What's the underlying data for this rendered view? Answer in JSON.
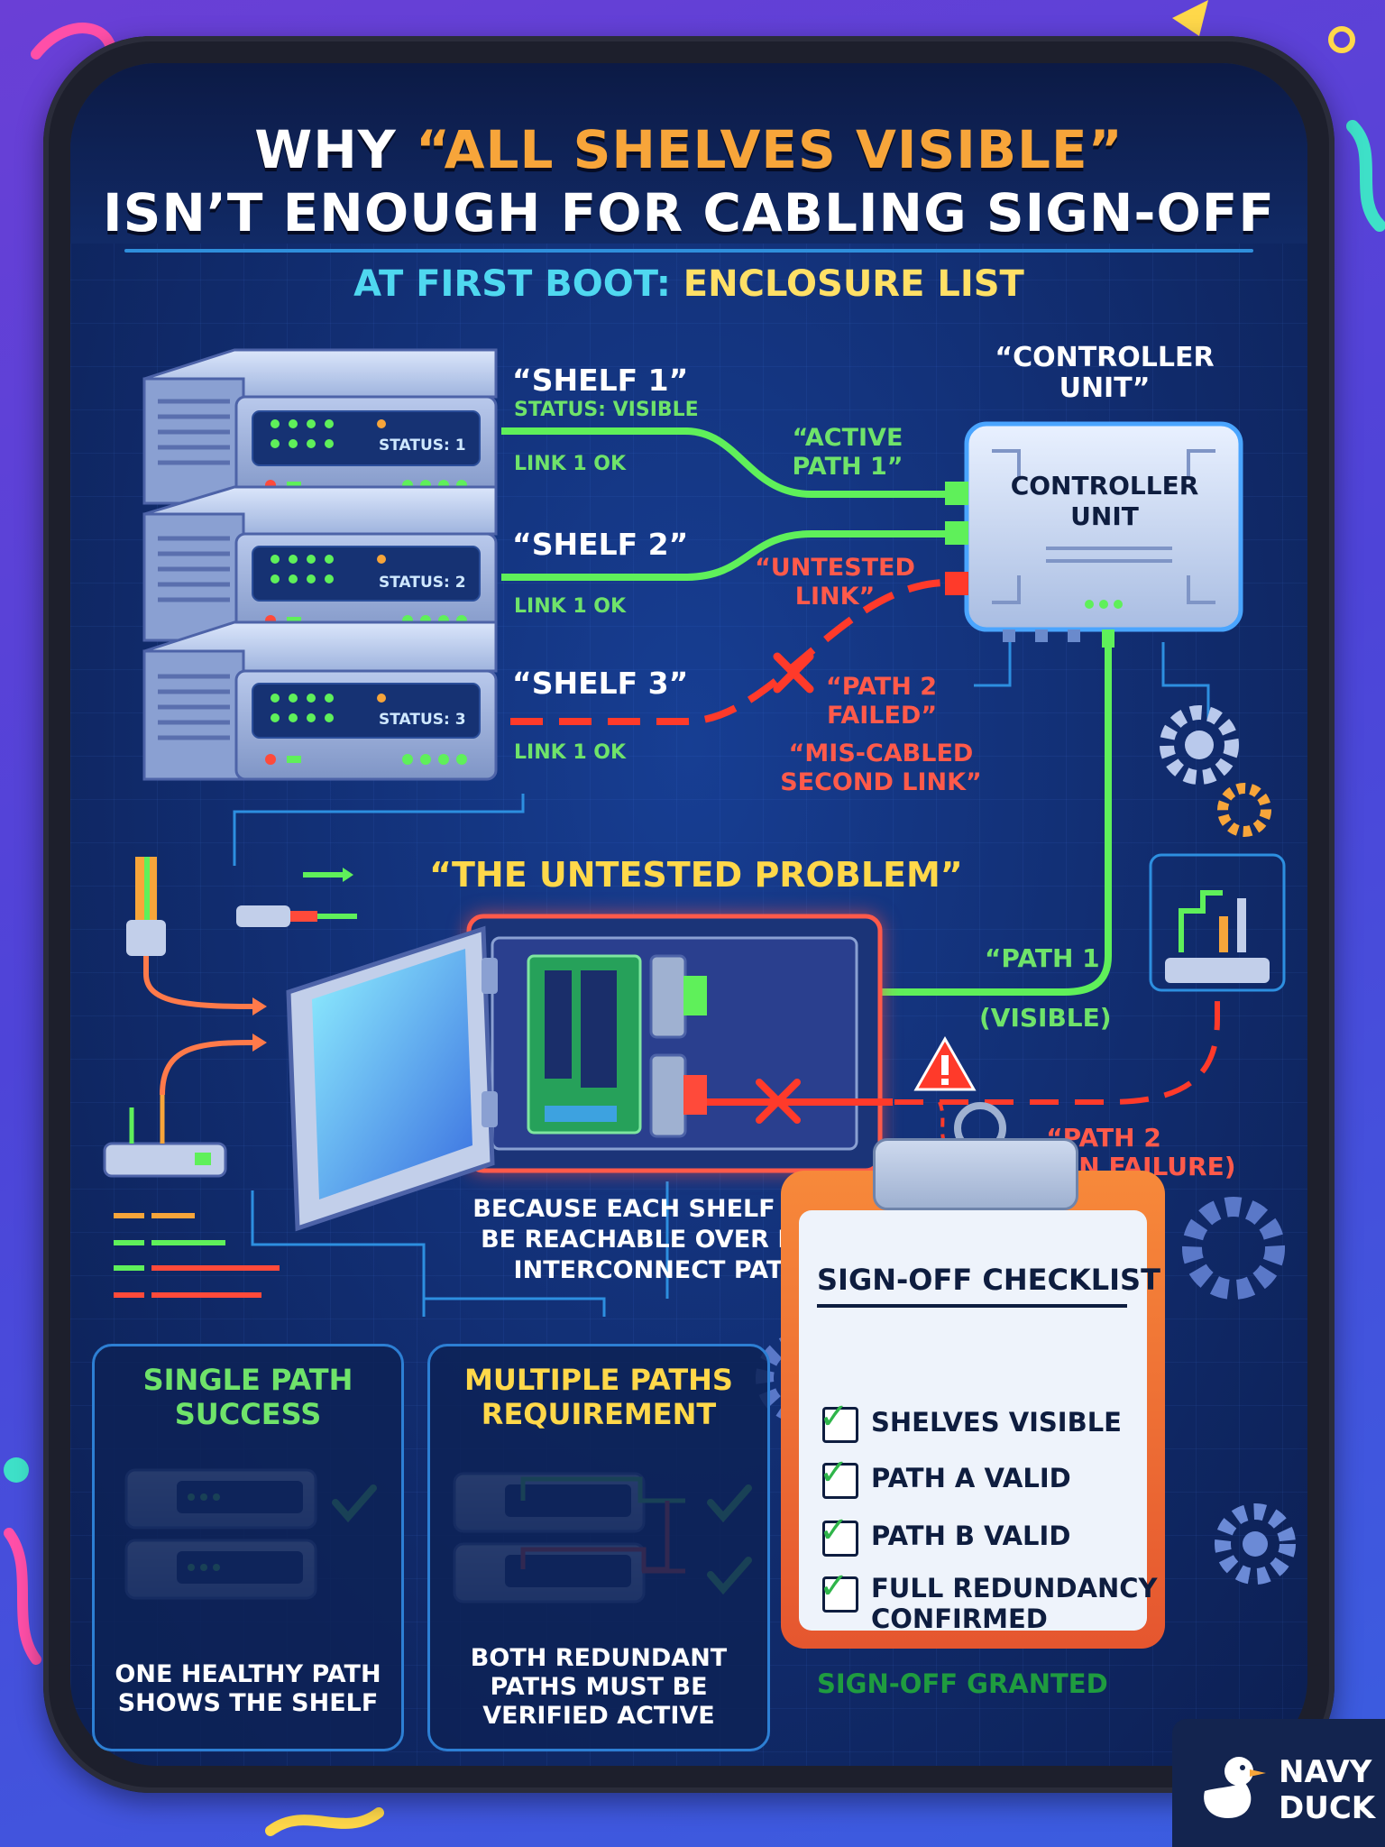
{
  "title": {
    "line1_pre": "WHY ",
    "line1_highlight": "“ALL SHELVES VISIBLE”",
    "line2": "ISN’T ENOUGH FOR CABLING SIGN-OFF"
  },
  "subtitle": {
    "prefix": "AT FIRST BOOT: ",
    "highlight": "ENCLOSURE LIST"
  },
  "shelves": [
    {
      "label": "“SHELF 1”",
      "status_tag": "STATUS: VISIBLE",
      "panel_status": "STATUS: 1",
      "link": "LINK 1 OK"
    },
    {
      "label": "“SHELF 2”",
      "panel_status": "STATUS: 2",
      "link": "LINK 1 OK"
    },
    {
      "label": "“SHELF 3”",
      "panel_status": "STATUS: 3",
      "link": "LINK 1 OK"
    }
  ],
  "controller": {
    "quote_line1": "“CONTROLLER",
    "quote_line2": "UNIT”",
    "box_line1": "CONTROLLER",
    "box_line2": "UNIT"
  },
  "links": {
    "active_path_1_line1": "“ACTIVE",
    "active_path_1_line2": "PATH 1”",
    "untested_line1": "“UNTESTED",
    "untested_line2": "LINK”",
    "path2_failed_line1": "“PATH 2",
    "path2_failed_line2": "FAILED”",
    "miscabled_line1": "“MIS-CABLED",
    "miscabled_line2": "SECOND LINK”"
  },
  "problem": {
    "heading": "“THE UNTESTED PROBLEM”",
    "path1_line1": "“PATH 1",
    "path1_line2": "(VISIBLE)",
    "path2_line1": "“PATH 2",
    "path2_line2": "(HIDDEN FAILURE)",
    "explanation": [
      "BECAUSE EACH SHELF MUST",
      "BE REACHABLE OVER BOTH",
      "INTERCONNECT PATHS"
    ]
  },
  "cards": [
    {
      "title": [
        "SINGLE PATH",
        "SUCCESS"
      ],
      "footer": [
        "ONE HEALTHY PATH",
        "SHOWS THE SHELF"
      ]
    },
    {
      "title": [
        "MULTIPLE PATHS",
        "REQUIREMENT"
      ],
      "footer": [
        "BOTH REDUNDANT",
        "PATHS MUST BE",
        "VERIFIED ACTIVE"
      ]
    }
  ],
  "checklist": {
    "title": "SIGN-OFF CHECKLIST",
    "items": [
      "SHELVES VISIBLE",
      "PATH A VALID",
      "PATH B VALID",
      "FULL REDUNDANCY",
      "CONFIRMED"
    ],
    "granted": "SIGN-OFF GRANTED"
  },
  "logo": {
    "line1": "NAVY",
    "line2": "DUCK"
  },
  "colors": {
    "healthy": "#6fe36a",
    "failed": "#ff4a3a",
    "accent": "#f7a53a",
    "highlight": "#ffd84a",
    "cyan": "#4fd8f0"
  }
}
